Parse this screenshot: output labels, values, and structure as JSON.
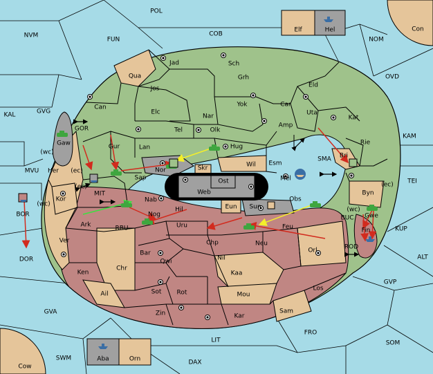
{
  "colors": {
    "sea": "#a6dbe7",
    "green": "#9fc28b",
    "tan": "#e5c59a",
    "red": "#c08683",
    "gray": "#a0a0a0",
    "unit_green": "#3fa63f",
    "arrow_red": "#d22b1e",
    "arrow_yellow": "#f4ef2a",
    "arrow_green": "#3de040"
  },
  "sea_labels": {
    "pol": "POL",
    "nvm": "NVM",
    "fun": "FUN",
    "cob": "COB",
    "nom": "NOM",
    "con": "Con",
    "ovd": "OVD",
    "kal": "KAL",
    "gvg": "GVG",
    "gor": "GOR",
    "kam": "KAM",
    "wc1": "(wc)",
    "mvu": "MVU",
    "ec1": "(ec)",
    "sma": "SMA",
    "tei": "TEI",
    "mit": "MIT",
    "ec2": "(ec)",
    "ec3": "(ec)",
    "wc2": "(wc)",
    "bor": "BOR",
    "rbu": "RBU",
    "buc": "BUC",
    "wc3": "(wc)",
    "kup": "KUP",
    "dor": "DOR",
    "rod": "ROD",
    "alt": "ALT",
    "gvp": "GVP",
    "gva": "GVA",
    "fro": "FRO",
    "lit": "LIT",
    "som": "SOM",
    "swm": "SWM",
    "dax": "DAX",
    "cow": "Cow"
  },
  "land_labels": {
    "jad": "Jad",
    "sch": "Sch",
    "qua": "Qua",
    "jos": "Jos",
    "grh": "Grh",
    "eld": "Eld",
    "can": "Can",
    "yok": "Yok",
    "car": "Car",
    "elc": "Elc",
    "nar": "Nar",
    "uta": "Uta",
    "kat": "Kat",
    "tel": "Tel",
    "olk": "Olk",
    "amp": "Amp",
    "gaw": "Gaw",
    "gur": "Gur",
    "rie": "Rie",
    "lan": "Lan",
    "hug": "Hug",
    "bri": "Bri",
    "nor": "Nor",
    "wil": "Wil",
    "esm": "Esm",
    "her": "Her",
    "skr": "Skr",
    "mel": "Mel",
    "sap": "Sap",
    "ost": "Ost",
    "web": "Web",
    "byn": "Byn",
    "kor": "Kor",
    "nab": "Nab",
    "eun": "Eun",
    "obs": "Obs",
    "hil": "Hil",
    "sun": "Sun",
    "gwe": "Gwe",
    "ark": "Ark",
    "nog": "Nog",
    "fin": "Fin",
    "uru": "Uru",
    "feu": "Feu",
    "ver": "Ver",
    "chp": "Chp",
    "neu": "Neu",
    "orl": "Orl",
    "bar": "Bar",
    "qwi": "Qwi",
    "nil": "Nil",
    "ken": "Ken",
    "chr": "Chr",
    "kaa": "Kaa",
    "ail": "Ail",
    "sot": "Sot",
    "rot": "Rot",
    "mou": "Mou",
    "los": "Los",
    "zin": "Zin",
    "kar": "Kar",
    "sam": "Sam"
  },
  "legend_top": {
    "left_label": "Elf",
    "right_label": "Hel"
  },
  "legend_bottom": {
    "left_label": "Aba",
    "right_label": "Orn"
  }
}
